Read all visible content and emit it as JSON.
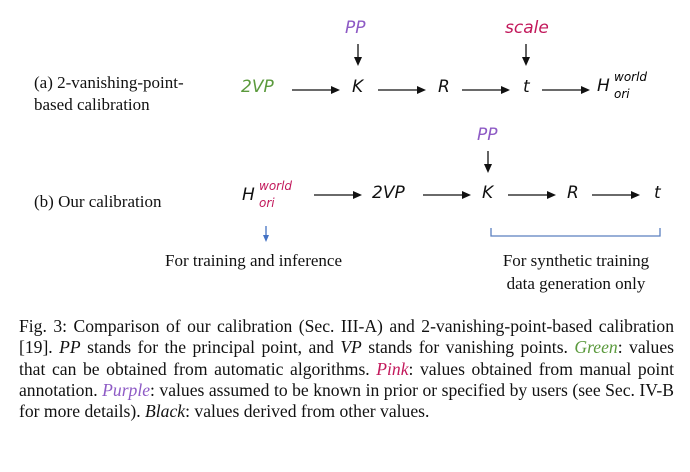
{
  "row_a": {
    "label_line1": "(a) 2-vanishing-point-",
    "label_line2": "based calibration",
    "chain": [
      "2VP",
      "K",
      "R",
      "t"
    ],
    "h_main": "H",
    "h_sup": "world",
    "h_sub": "ori",
    "top_inputs": {
      "K": "PP",
      "t": "scale"
    }
  },
  "row_b": {
    "label": "(b) Our calibration",
    "h_main": "H",
    "h_sup": "world",
    "h_sub": "ori",
    "chain": [
      "2VP",
      "K",
      "R",
      "t"
    ],
    "top_inputs": {
      "K": "PP"
    },
    "note_left": "For training and inference",
    "note_right_line1": "For synthetic training",
    "note_right_line2": "data generation only"
  },
  "colors": {
    "green": "#5b9a3d",
    "pink": "#c2185b",
    "purple": "#8e5bc5",
    "dark_red": "#a83232",
    "blue_arrow": "#4472c4",
    "bracket": "#5b7fbf"
  },
  "caption": {
    "prefix": "Fig. 3: Comparison of our calibration (Sec. III-A) and 2-vanishing-point-based calibration [19]. ",
    "pp": "PP",
    "mid1": " stands for the principal point, and ",
    "vp": "VP",
    "mid2": " stands for vanishing points. ",
    "green": "Green",
    "green_text": ": values that can be obtained from automatic algorithms. ",
    "pink": "Pink",
    "pink_text": ": values obtained from manual point annotation. ",
    "purple": "Purple",
    "purple_text": ": values assumed to be known in prior or specified by users (see Sec. IV-B for more details). ",
    "black": "Black",
    "black_text": ": values derived from other values."
  }
}
